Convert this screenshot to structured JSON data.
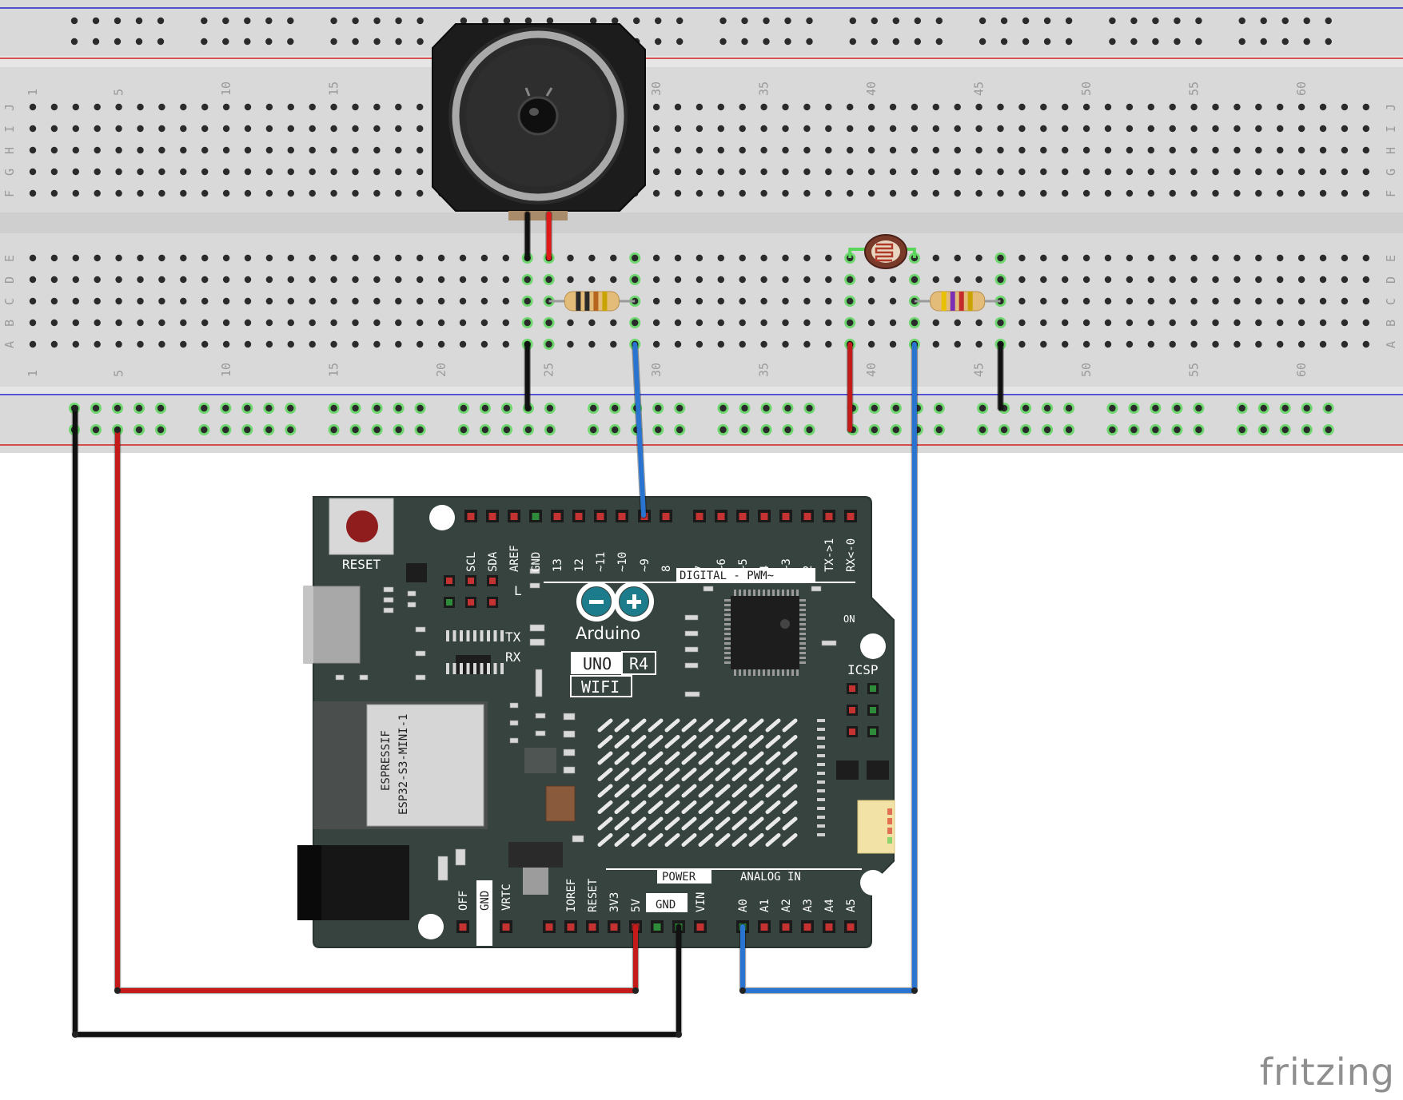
{
  "breadboard": {
    "column_numbers": [
      "1",
      "5",
      "10",
      "15",
      "20",
      "25",
      "30",
      "35",
      "40",
      "45",
      "50",
      "55",
      "60"
    ],
    "top_rows": [
      "J",
      "I",
      "H",
      "G",
      "F"
    ],
    "bottom_rows": [
      "E",
      "D",
      "C",
      "B",
      "A"
    ],
    "colors": {
      "body": "#d9d9d9",
      "rail_blue": "#2323c8",
      "rail_red": "#d42020",
      "hole": "#2b2b2b",
      "hole_active": "#5ad65a"
    }
  },
  "arduino": {
    "reset_label": "RESET",
    "digital_pins": [
      "SCL",
      "SDA",
      "AREF",
      "GND",
      "13",
      "12",
      "~11",
      "~10",
      "~9",
      "8",
      "7",
      "~6",
      "~5",
      "4",
      "~3",
      "2",
      "TX->1",
      "RX<-0"
    ],
    "digital_header": "DIGITAL - PWM~",
    "brand": "Arduino",
    "model": "UNO",
    "revision": "R4",
    "variant": "WIFI",
    "led_tx": "TX",
    "led_rx": "RX",
    "led_l": "L",
    "led_on": "ON",
    "icsp_label": "ICSP",
    "module_line1": "ESPRESSIF",
    "module_line2": "ESP32-S3-MINI-1",
    "power_header": "POWER",
    "analog_header": "ANALOG IN",
    "left_pins": [
      "OFF",
      "GND",
      "VRTC"
    ],
    "power_pins": [
      "IOREF",
      "RESET",
      "3V3",
      "5V",
      "GND",
      "VIN"
    ],
    "analog_pins": [
      "A0",
      "A1",
      "A2",
      "A3",
      "A4",
      "A5"
    ],
    "colors": {
      "board": "#36433f",
      "silk": "#ffffff",
      "pin": "#c43232"
    }
  },
  "components": [
    {
      "name": "speaker"
    },
    {
      "name": "resistor-1",
      "bands": [
        "#2a2a2a",
        "#2a2a2a",
        "#b5651d",
        "#c9a400"
      ]
    },
    {
      "name": "photoresistor"
    },
    {
      "name": "resistor-2",
      "bands": [
        "#e8c000",
        "#7b2fb5",
        "#c42b2b",
        "#c9a400"
      ]
    }
  ],
  "wires": [
    {
      "name": "speaker-black-lead",
      "color": "#111111"
    },
    {
      "name": "speaker-red-lead",
      "color": "#e01818"
    },
    {
      "name": "gnd-jumper-col24",
      "color": "#111111"
    },
    {
      "name": "pin9-signal-wire",
      "color": "#2a74d1"
    },
    {
      "name": "ldr-5v-jumper",
      "color": "#c41a1a"
    },
    {
      "name": "a0-signal-wire",
      "color": "#2a74d1"
    },
    {
      "name": "gnd-jumper-col46",
      "color": "#111111"
    },
    {
      "name": "5v-supply-wire",
      "color": "#c41a1a"
    },
    {
      "name": "gnd-supply-wire",
      "color": "#111111"
    }
  ],
  "watermark": "fritzing"
}
